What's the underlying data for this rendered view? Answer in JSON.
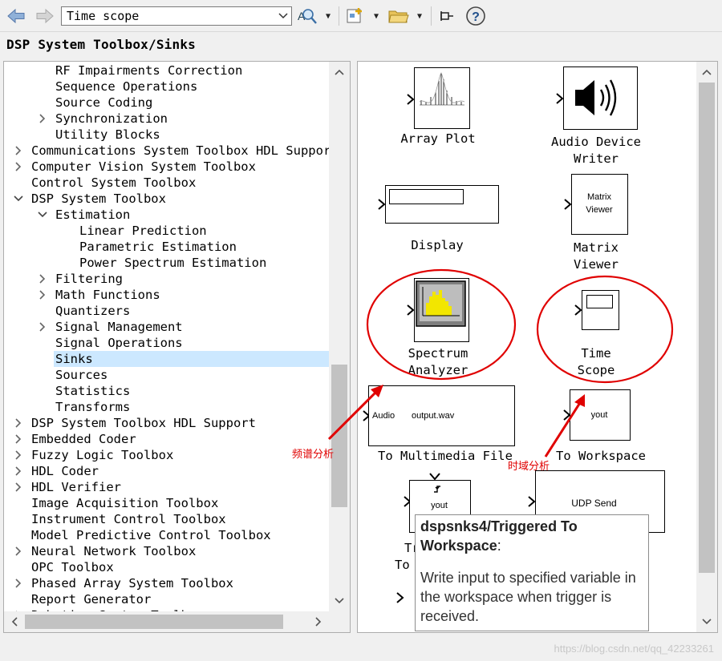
{
  "toolbar": {
    "search_value": "Time scope",
    "icons": [
      "back-arrow-icon",
      "forward-arrow-icon",
      "find-block-icon",
      "new-model-icon",
      "open-folder-icon",
      "pin-icon",
      "help-icon"
    ]
  },
  "breadcrumb": "DSP System Toolbox/Sinks",
  "tree": {
    "items": [
      {
        "label": "RF Impairments Correction",
        "level": 2,
        "chevron": "none"
      },
      {
        "label": "Sequence Operations",
        "level": 2,
        "chevron": "none"
      },
      {
        "label": "Source Coding",
        "level": 2,
        "chevron": "none"
      },
      {
        "label": "Synchronization",
        "level": 2,
        "chevron": "collapsed"
      },
      {
        "label": "Utility Blocks",
        "level": 2,
        "chevron": "none"
      },
      {
        "label": "Communications System Toolbox HDL Support",
        "level": 1,
        "chevron": "collapsed"
      },
      {
        "label": "Computer Vision System Toolbox",
        "level": 1,
        "chevron": "collapsed"
      },
      {
        "label": "Control System Toolbox",
        "level": 1,
        "chevron": "none"
      },
      {
        "label": "DSP System Toolbox",
        "level": 1,
        "chevron": "expanded"
      },
      {
        "label": "Estimation",
        "level": 2,
        "chevron": "expanded"
      },
      {
        "label": "Linear Prediction",
        "level": 3,
        "chevron": "none"
      },
      {
        "label": "Parametric Estimation",
        "level": 3,
        "chevron": "none"
      },
      {
        "label": "Power Spectrum Estimation",
        "level": 3,
        "chevron": "none"
      },
      {
        "label": "Filtering",
        "level": 2,
        "chevron": "collapsed"
      },
      {
        "label": "Math Functions",
        "level": 2,
        "chevron": "collapsed"
      },
      {
        "label": "Quantizers",
        "level": 2,
        "chevron": "none"
      },
      {
        "label": "Signal Management",
        "level": 2,
        "chevron": "collapsed"
      },
      {
        "label": "Signal Operations",
        "level": 2,
        "chevron": "none"
      },
      {
        "label": "Sinks",
        "level": 2,
        "chevron": "none",
        "selected": true
      },
      {
        "label": "Sources",
        "level": 2,
        "chevron": "none"
      },
      {
        "label": "Statistics",
        "level": 2,
        "chevron": "none"
      },
      {
        "label": "Transforms",
        "level": 2,
        "chevron": "none"
      },
      {
        "label": "DSP System Toolbox HDL Support",
        "level": 1,
        "chevron": "collapsed"
      },
      {
        "label": "Embedded Coder",
        "level": 1,
        "chevron": "collapsed"
      },
      {
        "label": "Fuzzy Logic Toolbox",
        "level": 1,
        "chevron": "collapsed"
      },
      {
        "label": "HDL Coder",
        "level": 1,
        "chevron": "collapsed"
      },
      {
        "label": "HDL Verifier",
        "level": 1,
        "chevron": "collapsed"
      },
      {
        "label": "Image Acquisition Toolbox",
        "level": 1,
        "chevron": "none"
      },
      {
        "label": "Instrument Control Toolbox",
        "level": 1,
        "chevron": "none"
      },
      {
        "label": "Model Predictive Control Toolbox",
        "level": 1,
        "chevron": "none"
      },
      {
        "label": "Neural Network Toolbox",
        "level": 1,
        "chevron": "collapsed"
      },
      {
        "label": "OPC Toolbox",
        "level": 1,
        "chevron": "none"
      },
      {
        "label": "Phased Array System Toolbox",
        "level": 1,
        "chevron": "collapsed"
      },
      {
        "label": "Report Generator",
        "level": 1,
        "chevron": "none"
      },
      {
        "label": "Robotics System Toolbox",
        "level": 1,
        "chevron": "collapsed"
      }
    ]
  },
  "blocks": {
    "array_plot": {
      "label_1": "Array Plot"
    },
    "audio_device_writer": {
      "label_1": "Audio Device",
      "label_2": "Writer"
    },
    "display": {
      "label_1": "Display"
    },
    "matrix_viewer": {
      "label_1": "Matrix",
      "label_2": "Viewer",
      "icon_line_1": "Matrix",
      "icon_line_2": "Viewer"
    },
    "spectrum_analyzer": {
      "label_1": "Spectrum",
      "label_2": "Analyzer"
    },
    "time_scope": {
      "label_1": "Time",
      "label_2": "Scope"
    },
    "to_multimedia_file": {
      "label_1": "To Multimedia File",
      "icon_port": "Audio",
      "icon_file": "output.wav"
    },
    "to_workspace": {
      "label_1": "To Workspace",
      "icon_var": "yout"
    },
    "triggered_to_workspace": {
      "label_partial_1": "Tr",
      "label_partial_2": "To",
      "icon_var": "yout"
    },
    "udp_send": {
      "icon_text": "UDP Send"
    }
  },
  "tooltip": {
    "title": "dspsnks4/Triggered To Workspace",
    "title_suffix": ":",
    "body": "Write input to specified variable in the workspace when trigger is received."
  },
  "annotations": {
    "freq_label": "频谱分析",
    "time_label": "时域分析",
    "color": "#e00000"
  },
  "watermark": "https://blog.csdn.net/qq_42233261"
}
